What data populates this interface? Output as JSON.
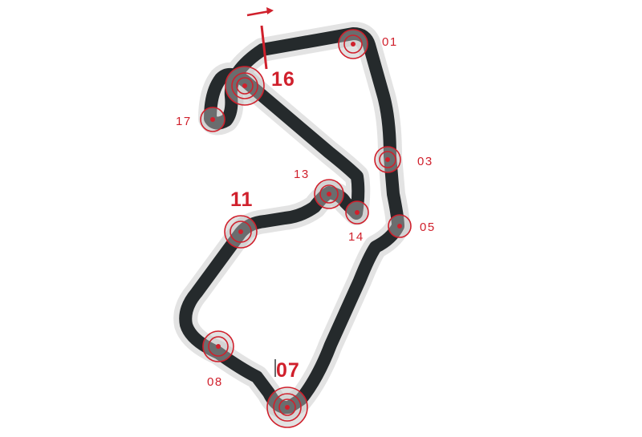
{
  "colors": {
    "track": "#252a2c",
    "track_halo": "#e3e3e3",
    "accent": "#d0202c",
    "background": "#ffffff"
  },
  "start_finish_icon": "arrow-right-icon",
  "corners": [
    {
      "id": "c01",
      "label": "01",
      "major": false
    },
    {
      "id": "c03",
      "label": "03",
      "major": false
    },
    {
      "id": "c05",
      "label": "05",
      "major": false
    },
    {
      "id": "c07",
      "label": "07",
      "major": true
    },
    {
      "id": "c08",
      "label": "08",
      "major": false
    },
    {
      "id": "c11",
      "label": "11",
      "major": true
    },
    {
      "id": "c13",
      "label": "13",
      "major": false
    },
    {
      "id": "c14",
      "label": "14",
      "major": false
    },
    {
      "id": "c16",
      "label": "16",
      "major": true
    },
    {
      "id": "c17",
      "label": "17",
      "major": false
    }
  ]
}
